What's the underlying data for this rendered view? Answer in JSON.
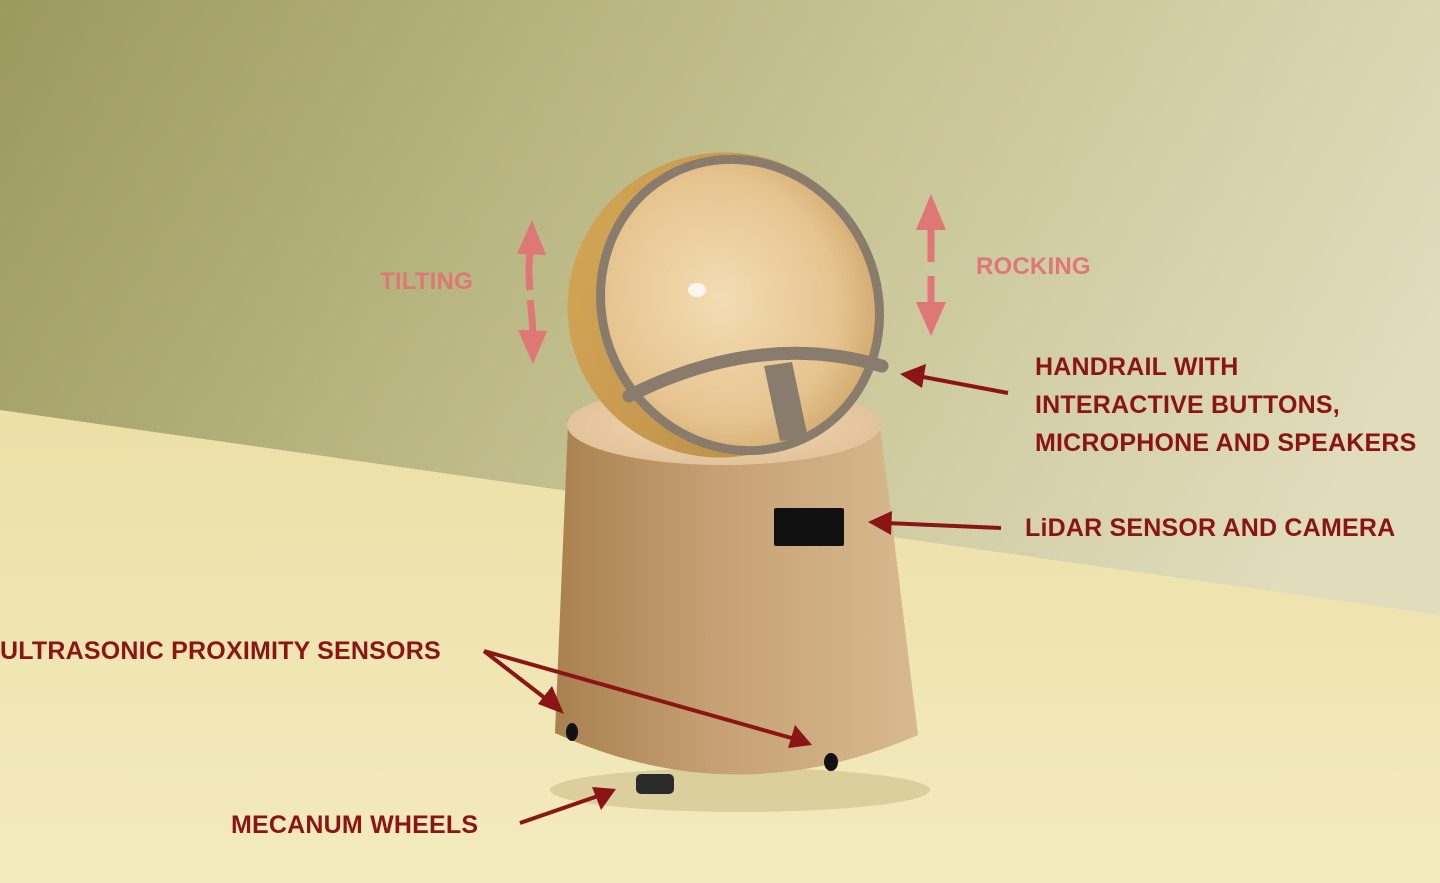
{
  "colors": {
    "wall_dark": "#9a9a5c",
    "wall_light": "#ddd8b2",
    "floor": "#f1e7b4",
    "body": "#c9a57a",
    "dish": "#e9c98e",
    "rim": "#8a7c6c",
    "motion_label": "#e07777",
    "callout_label": "#8b1515"
  },
  "labels": {
    "tilting": "TILTING",
    "rocking": "ROCKING",
    "handrail": [
      "HANDRAIL WITH",
      "INTERACTIVE BUTTONS,",
      "MICROPHONE AND SPEAKERS"
    ],
    "lidar": "LiDAR SENSOR AND CAMERA",
    "ultrasonic": "ULTRASONIC PROXIMITY SENSORS",
    "mecanum": "MECANUM WHEELS"
  }
}
